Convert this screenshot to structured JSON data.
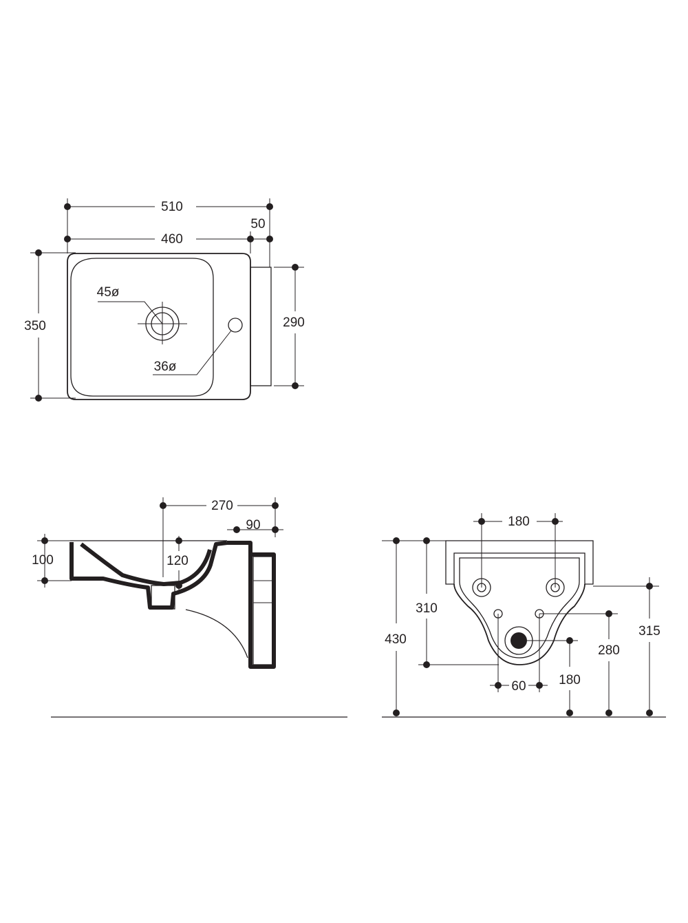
{
  "top_view": {
    "overall_width": "510",
    "basin_width": "460",
    "back_depth": "50",
    "overall_depth": "350",
    "back_height": "290",
    "waste_diameter": "45ø",
    "tap_hole_diameter": "36ø"
  },
  "side_view": {
    "depth_to_waste": "270",
    "back_thickness": "90",
    "rim_height": "100",
    "waste_offset": "120"
  },
  "rear_view": {
    "fixing_spacing_top": "180",
    "fixing_height_top": "310",
    "overall_height": "430",
    "supply_spacing": "60",
    "waste_height": "180",
    "supply_height": "280",
    "rim_to_floor": "315"
  }
}
